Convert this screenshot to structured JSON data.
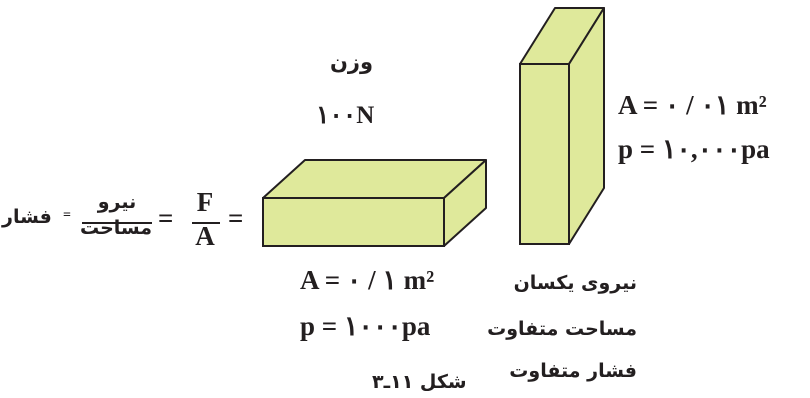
{
  "weight": {
    "label": "وزن",
    "value": "۱۰۰N"
  },
  "tall_block": {
    "area": "A = ۰ / ۰۱ m²",
    "pressure": "p = ۱۰,۰۰۰pa"
  },
  "flat_block": {
    "area": "A = ۰ / ۱ m²",
    "pressure": "p = ۱۰۰۰pa"
  },
  "notes": [
    "نیروی یکسان",
    "مساحت متفاوت",
    "فشار متفاوت"
  ],
  "formula": {
    "word": "فشار",
    "word_equals": "=",
    "numerator_text": "نیرو",
    "denominator_text": "مساحت",
    "equals": "=",
    "numerator_symbol": "F",
    "denominator_symbol": "A",
    "trailing_equals": "="
  },
  "caption": "شکل ۱۱ـ۳",
  "colors": {
    "block_fill": "#dfe99b",
    "block_stroke": "#231f20"
  }
}
